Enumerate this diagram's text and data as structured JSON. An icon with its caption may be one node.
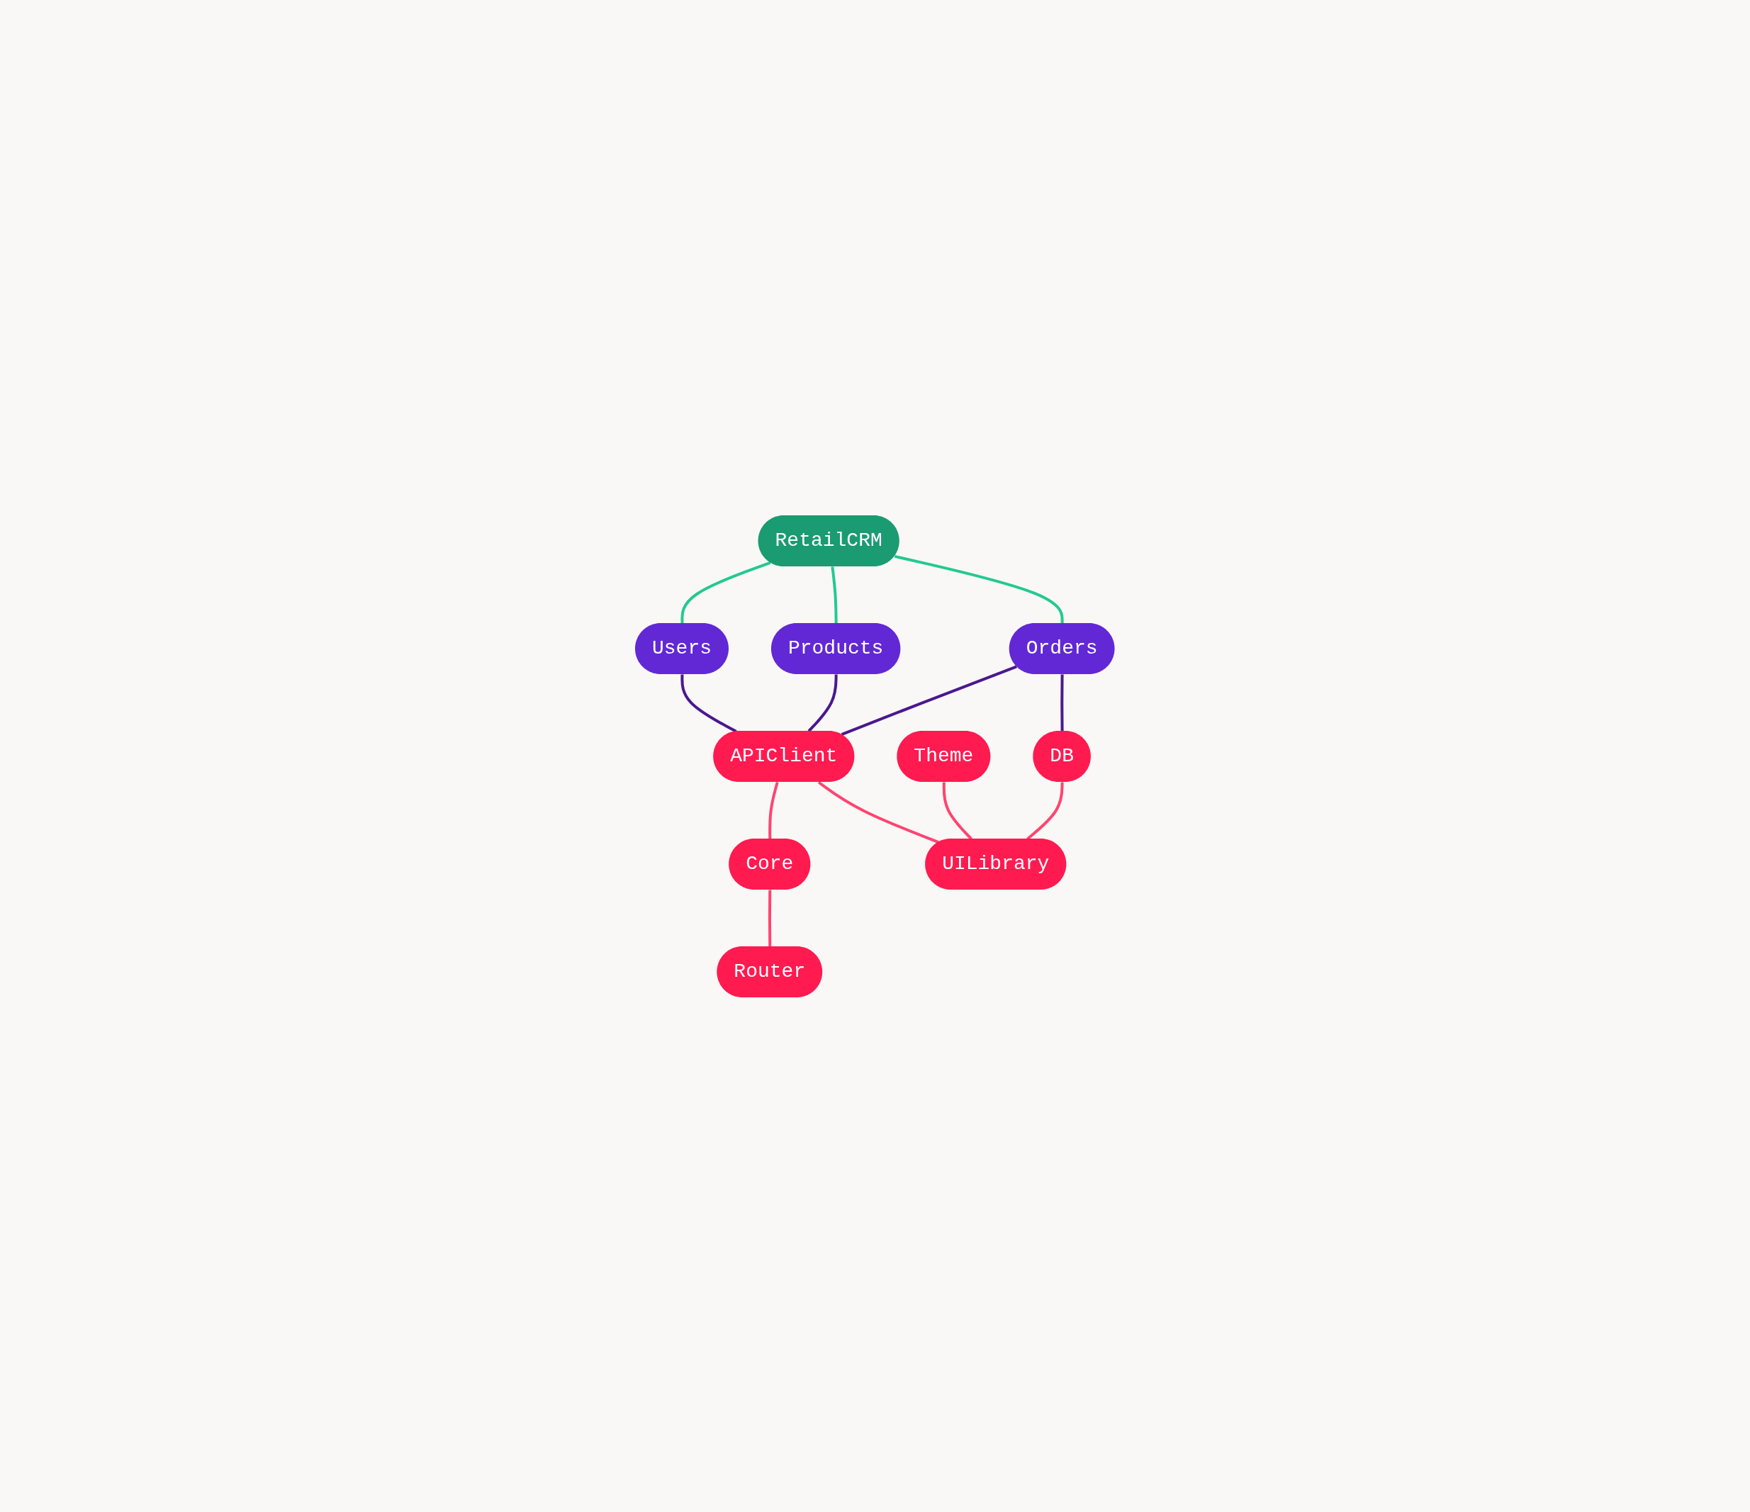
{
  "diagram": {
    "nodes": [
      {
        "text": [
          "RetailCRM"
        ]
      },
      {
        "text": [
          "Users"
        ]
      },
      {
        "text": [
          "Products"
        ]
      },
      {
        "text": [
          "Orders"
        ]
      },
      {
        "text": [
          "APIClient"
        ]
      },
      {
        "text": [
          "Theme"
        ]
      },
      {
        "text": [
          "DB"
        ]
      },
      {
        "text": [
          "Core"
        ]
      },
      {
        "text": [
          "Router"
        ]
      },
      {
        "text": [
          "UILibrary"
        ]
      }
    ],
    "edges": [
      {
        "from": 0,
        "to": 1,
        "arrow": "none",
        "color": "#22c993"
      },
      {
        "from": 0,
        "to": 2,
        "arrow": "none",
        "color": "#22c993"
      },
      {
        "from": 0,
        "to": 3,
        "arrow": "none",
        "color": "#22c993"
      },
      {
        "from": 1,
        "to": 4,
        "arrow": "none",
        "color": "#4a1890"
      },
      {
        "from": 2,
        "to": 4,
        "arrow": "none",
        "color": "#4a1890"
      },
      {
        "from": 3,
        "to": 4,
        "arrow": "none",
        "color": "#4a1890"
      },
      {
        "from": 3,
        "to": 6,
        "arrow": "none",
        "color": "#4a1890"
      },
      {
        "from": 4,
        "to": 7,
        "arrow": "none"
      },
      {
        "from": 4,
        "to": 9,
        "arrow": "none"
      },
      {
        "from": 5,
        "to": 9,
        "arrow": "none"
      },
      {
        "from": 6,
        "to": 9,
        "arrow": "none"
      },
      {
        "from": 7,
        "to": 8,
        "arrow": "none"
      }
    ]
  }
}
